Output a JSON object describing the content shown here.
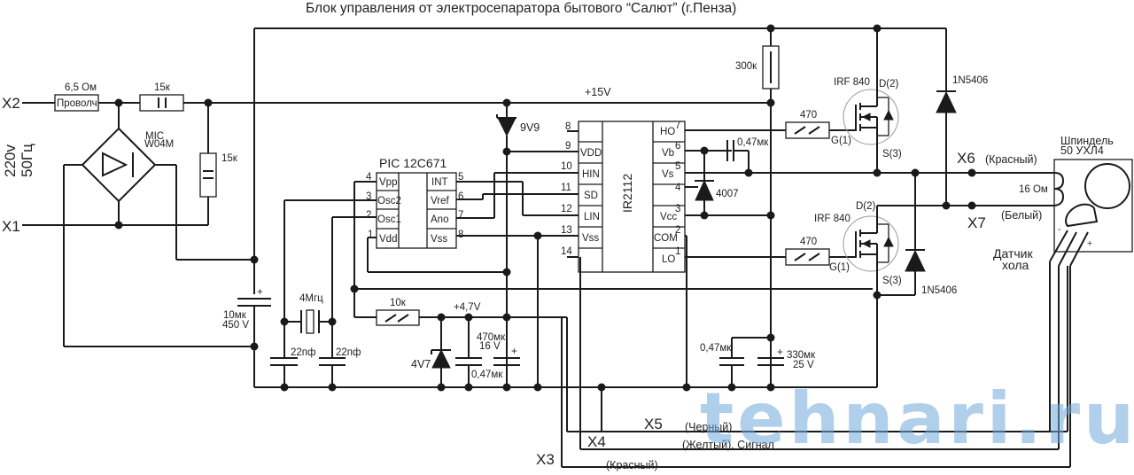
{
  "title": "Блок управления от электросепаратора бытового  “Салют”  (г.Пенза)",
  "watermark": "tehnari.ru",
  "power_input": {
    "voltage": "220v",
    "frequency": "50Гц",
    "terminals": [
      "X2",
      "X1"
    ]
  },
  "rail_label": "+15V",
  "logic_rail_label": "+4,7V",
  "components": {
    "wire_resistor": {
      "value": "6,5 Ом",
      "label": "Проволч"
    },
    "bridge": {
      "line1": "MIC",
      "line2": "W04M"
    },
    "r_series": "15к",
    "r_shunt": "15к",
    "r_300k": "300к",
    "zener_9v9": "9V9",
    "zener_4v7": "4V7",
    "r_10k": "10к",
    "crystal": "4Мгц",
    "c_22pf_1": "22пф",
    "c_22pf_2": "22пф",
    "c_bulk": {
      "line1": "10мк",
      "line2": "450 V"
    },
    "c_470": {
      "line1": "470мк",
      "line2": "16 V"
    },
    "c_047_logic": "0,47мк",
    "c_boot": "0,47мк",
    "diode_boot": "4007",
    "c_047_vcc": "0,47мк",
    "c_330": {
      "line1": "330мк",
      "line2": "25 V"
    },
    "r_gate_hi": "470",
    "r_gate_lo": "470",
    "fet_hi": {
      "name": "IRF 840",
      "drain": "D(2)",
      "gate": "G(1)",
      "source": "S(3)"
    },
    "fet_lo": {
      "name": "IRF 840",
      "drain": "D(2)",
      "gate": "G(1)",
      "source": "S(3)"
    },
    "diode_hi": "1N5406",
    "diode_lo": "1N5406"
  },
  "pic": {
    "name": "PIC 12C671",
    "left_pins": [
      {
        "num": "4",
        "name": "Vpp"
      },
      {
        "num": "3",
        "name": "Osc2"
      },
      {
        "num": "2",
        "name": "Osc1"
      },
      {
        "num": "1",
        "name": "Vdd"
      }
    ],
    "right_pins": [
      {
        "num": "5",
        "name": "INT"
      },
      {
        "num": "6",
        "name": "Vref"
      },
      {
        "num": "7",
        "name": "Ano"
      },
      {
        "num": "8",
        "name": "Vss"
      }
    ]
  },
  "driver": {
    "name": "IR2112",
    "left_pins": [
      {
        "num": "8",
        "name": ""
      },
      {
        "num": "9",
        "name": "VDD"
      },
      {
        "num": "10",
        "name": "HIN"
      },
      {
        "num": "11",
        "name": "SD"
      },
      {
        "num": "12",
        "name": "LIN"
      },
      {
        "num": "13",
        "name": "Vss"
      },
      {
        "num": "14",
        "name": ""
      }
    ],
    "right_pins": [
      {
        "num": "7",
        "name": "HO"
      },
      {
        "num": "6",
        "name": "Vb"
      },
      {
        "num": "5",
        "name": "Vs"
      },
      {
        "num": "4",
        "name": ""
      },
      {
        "num": "3",
        "name": "Vcc"
      },
      {
        "num": "2",
        "name": "COM"
      },
      {
        "num": "1",
        "name": "LO"
      }
    ]
  },
  "motor": {
    "line1": "Шпиндель",
    "line2": "50 УХЛ4",
    "winding": "16 Ом",
    "x6": "X6",
    "x6_color": "(Красный)",
    "x7": "X7",
    "x7_color": "(Белый)",
    "hall_line1": "Датчик",
    "hall_line2": "хола",
    "hall_minus": "-",
    "hall_plus": "+"
  },
  "connectors": {
    "x5": "X5",
    "x5_color": "(Черный)",
    "x4": "X4",
    "x4_color": "(Желтый), Сигнал",
    "x3": "X3",
    "x3_color": "(Красный)"
  }
}
